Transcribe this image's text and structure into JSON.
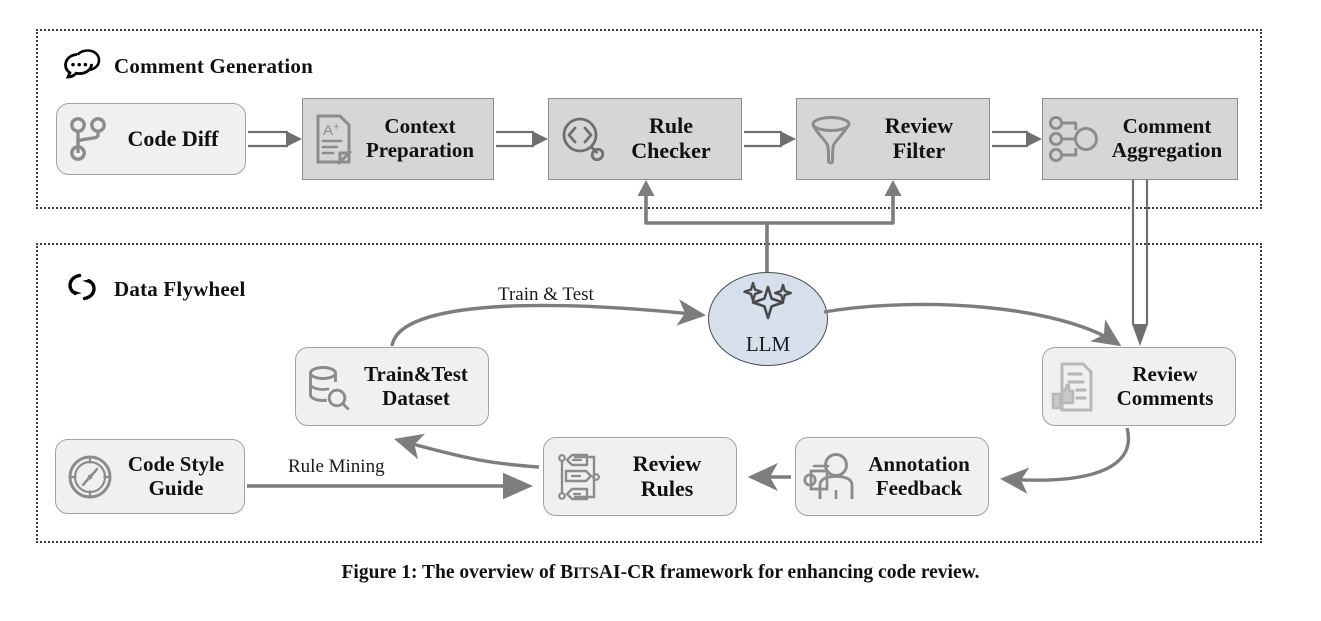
{
  "figure": {
    "caption_pre": "Figure 1: The overview of B",
    "caption_sc": "ITS",
    "caption_post": "AI-CR framework for enhancing code review."
  },
  "colors": {
    "panel_border": "#3a3a3a",
    "box_dark_fill": "#d6d6d6",
    "box_light_fill": "#f0f0f0",
    "box_stroke": "#9a9a9a",
    "icon_gray": "#8c8c8c",
    "arrow_gray": "#7d7d7d",
    "llm_fill": "#d6dfeb",
    "llm_stroke": "#4b4b4b",
    "text": "#111111"
  },
  "panels": [
    {
      "id": "comment-generation",
      "title": "Comment Generation",
      "icon": "speech-bubbles-icon"
    },
    {
      "id": "data-flywheel",
      "title": "Data Flywheel",
      "icon": "cycle-arrows-icon"
    }
  ],
  "pipeline": {
    "nodes": [
      {
        "id": "code-diff",
        "label": "Code Diff",
        "icon": "git-branch-icon",
        "shape": "rounded",
        "fill": "light"
      },
      {
        "id": "context-preparation",
        "label": "Context\nPreparation",
        "icon": "document-aplus-icon",
        "shape": "square",
        "fill": "dark"
      },
      {
        "id": "rule-checker",
        "label": "Rule\nChecker",
        "icon": "code-magnifier-icon",
        "shape": "square",
        "fill": "dark"
      },
      {
        "id": "review-filter",
        "label": "Review\nFilter",
        "icon": "funnel-icon",
        "shape": "square",
        "fill": "dark"
      },
      {
        "id": "comment-aggregation",
        "label": "Comment\nAggregation",
        "icon": "aggregation-nodes-icon",
        "shape": "square",
        "fill": "dark"
      }
    ]
  },
  "flywheel": {
    "nodes": [
      {
        "id": "train-test-dataset",
        "label": "Train&Test\nDataset",
        "icon": "database-search-icon"
      },
      {
        "id": "code-style-guide",
        "label": "Code Style\nGuide",
        "icon": "compass-icon"
      },
      {
        "id": "review-rules",
        "label": "Review\nRules",
        "icon": "rules-flow-icon"
      },
      {
        "id": "annotation-feedback",
        "label": "Annotation\nFeedback",
        "icon": "person-annotate-icon"
      },
      {
        "id": "review-comments",
        "label": "Review\nComments",
        "icon": "document-thumbsup-icon"
      }
    ],
    "llm": {
      "id": "llm",
      "label": "LLM",
      "icon": "sparkles-icon"
    },
    "edge_labels": [
      {
        "id": "train-test-edge-label",
        "text": "Train & Test"
      },
      {
        "id": "rule-mining-edge-label",
        "text": "Rule Mining"
      }
    ]
  }
}
